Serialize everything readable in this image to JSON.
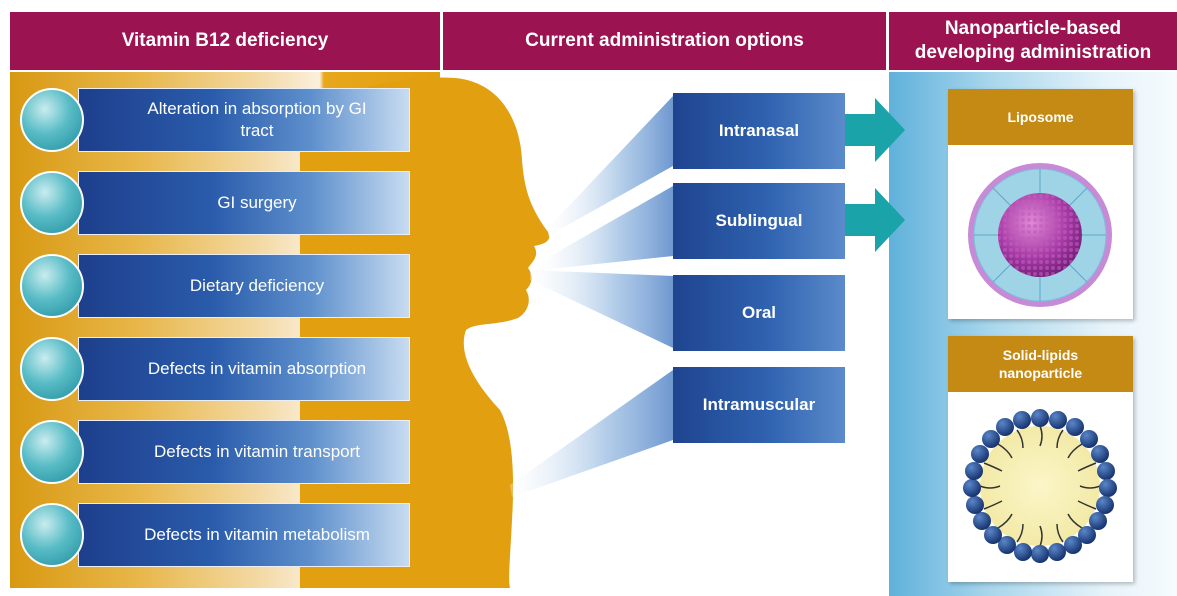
{
  "headers": {
    "col1": "Vitamin B12 deficiency",
    "col2": "Current administration options",
    "col3_line1": "Nanoparticle-based",
    "col3_line2": "developing administration"
  },
  "causes": [
    {
      "line1": "Alteration in absorption by GI",
      "line2": "tract"
    },
    {
      "line1": "GI surgery"
    },
    {
      "line1": "Dietary deficiency"
    },
    {
      "line1": "Defects in vitamin absorption"
    },
    {
      "line1": "Defects in vitamin transport"
    },
    {
      "line1": "Defects in vitamin metabolism"
    }
  ],
  "routes": [
    "Intranasal",
    "Sublingual",
    "Oral",
    "Intramuscular"
  ],
  "nanoparticles": {
    "liposome": "Liposome",
    "sln_line1": "Solid-lipids",
    "sln_line2": "nanoparticle"
  },
  "colors": {
    "header_bg": "#9b1350",
    "silhouette": "#e29f10",
    "bar_blue": "#1d3f8c",
    "arrow_teal": "#1aa3a8",
    "label_gold": "#c48a14"
  }
}
